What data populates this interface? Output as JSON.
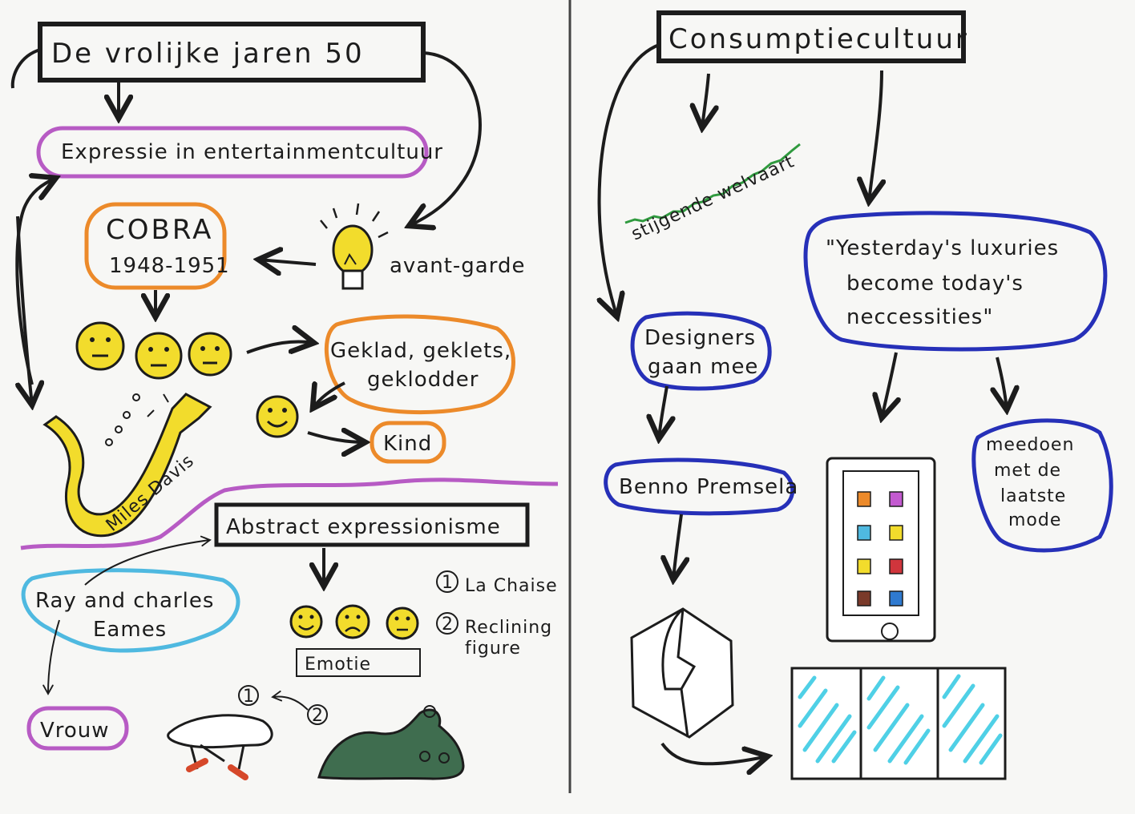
{
  "left_page": {
    "title": "De vrolijke jaren 50",
    "expressie": "Expressie in entertainmentcultuur",
    "cobra": {
      "name": "COBRA",
      "years": "1948-1951"
    },
    "avant_garde": "avant-garde",
    "gekladder": {
      "line1": "Geklad, geklets,",
      "line2": "geklodder"
    },
    "kind": "Kind",
    "miles": "Miles Davis",
    "abstract": "Abstract expressionisme",
    "eames": {
      "line1": "Ray and charles",
      "line2": "Eames"
    },
    "vrouw": "Vrouw",
    "emotie": "Emotie",
    "numbered_items": [
      {
        "num": "1",
        "label": "La Chaise"
      },
      {
        "num": "2",
        "label": "Reclining",
        "label2": "figure"
      }
    ],
    "sketch_marks": {
      "one": "1",
      "two": "2"
    }
  },
  "right_page": {
    "title": "Consumptiecultuur",
    "welvaart": "stijgende welvaart",
    "quote": {
      "line1": "\"Yesterday's luxuries",
      "line2": "become today's",
      "line3": "neccessities\""
    },
    "designers": {
      "line1": "Designers",
      "line2": "gaan mee"
    },
    "benno": "Benno Premsela",
    "mode": {
      "line1": "meedoen",
      "line2": "met de",
      "line3": "laatste",
      "line4": "mode"
    }
  },
  "colors": {
    "ink": "#1c1c1c",
    "purple": "#b75bc4",
    "orange": "#ec8a2a",
    "cyan": "#4fb9e0",
    "blue": "#2630b8",
    "yellow": "#f2dc2c",
    "green": "#2f9a3e",
    "moss": "#3f6d4f"
  }
}
